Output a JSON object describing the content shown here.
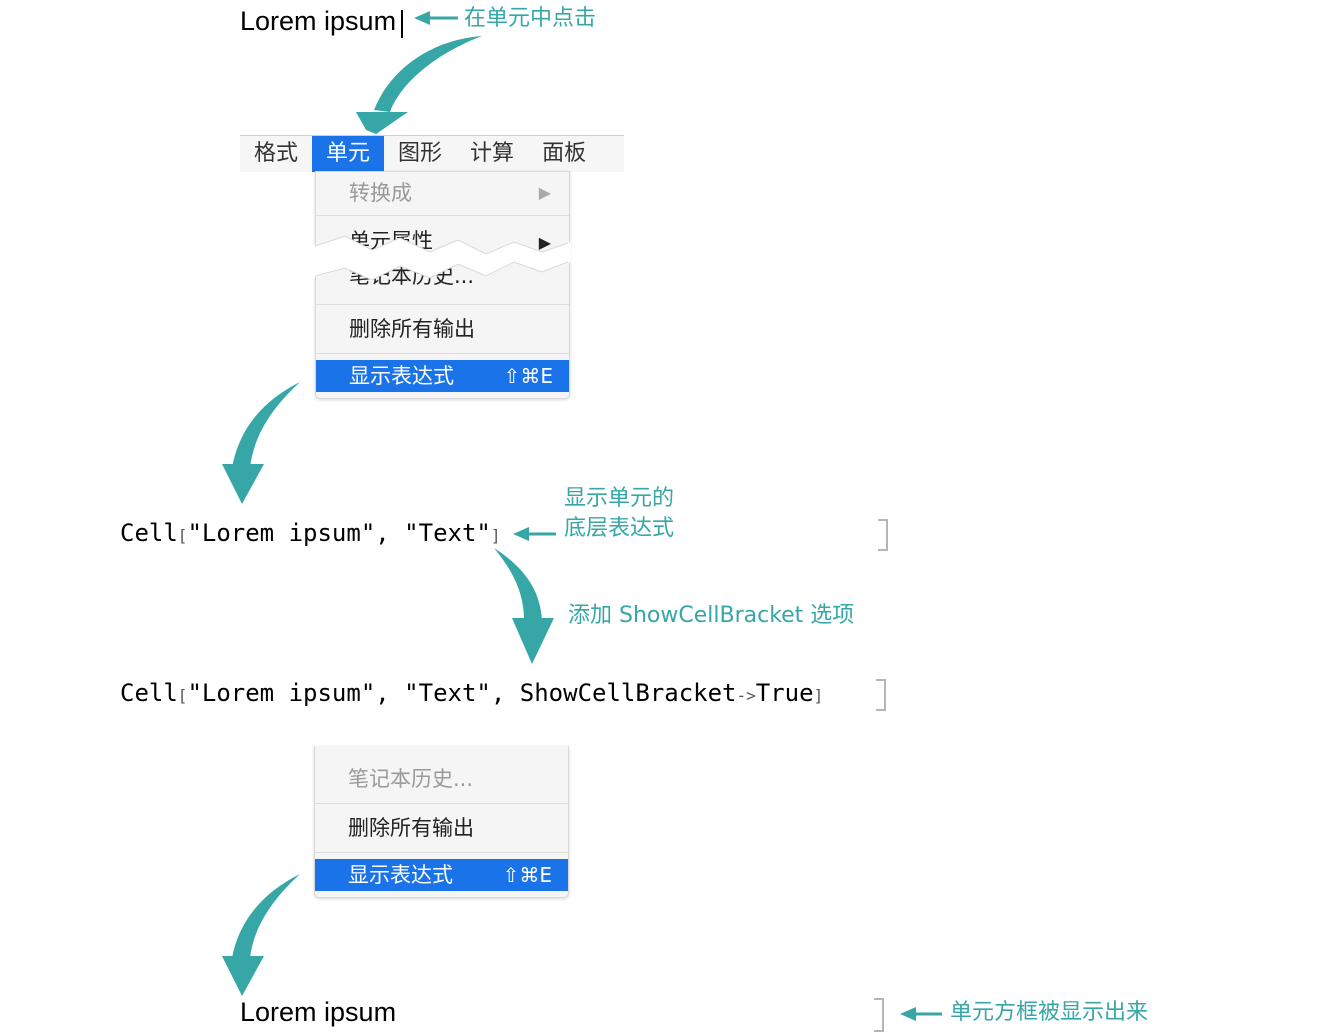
{
  "step1": {
    "cell_text": "Lorem ipsum",
    "note": "在单元中点击"
  },
  "menubar": {
    "items": [
      "格式",
      "单元",
      "图形",
      "计算",
      "面板"
    ],
    "active_index": 1
  },
  "menu_top": {
    "convert": "转换成",
    "props": "单元属性",
    "history": "笔记本历史...",
    "delete_output": "删除所有输出",
    "show_expr": "显示表达式",
    "shortcut": "⇧⌘E"
  },
  "step2": {
    "note_line1": "显示单元的",
    "note_line2": "底层表达式",
    "code": {
      "head": "Cell",
      "open": "[",
      "body": "\"Lorem ipsum\", \"Text\"",
      "close": "]"
    }
  },
  "step3": {
    "note": "添加 ShowCellBracket 选项",
    "code": {
      "head": "Cell",
      "open": "[",
      "body": "\"Lorem ipsum\", \"Text\", ShowCellBracket",
      "rule": "->",
      "tail": "True",
      "close": "]"
    }
  },
  "menu_bottom": {
    "history": "笔记本历史...",
    "delete_output": "删除所有输出",
    "show_expr": "显示表达式",
    "shortcut": "⇧⌘E"
  },
  "step4": {
    "cell_text": "Lorem ipsum",
    "note": "单元方框被显示出来"
  },
  "colors": {
    "teal": "#37a6a6",
    "menu_highlight": "#1a73e8"
  }
}
